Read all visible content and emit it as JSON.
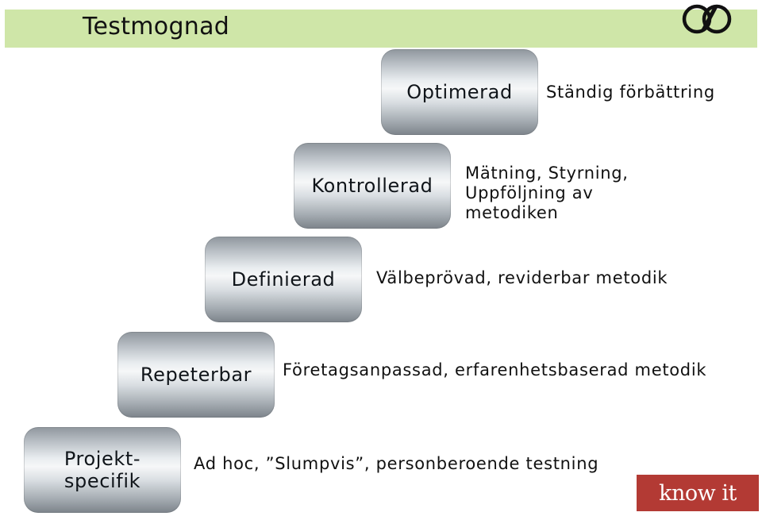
{
  "header": {
    "title": "Testmognad"
  },
  "logo": {
    "icon": "infinity-logo-icon",
    "brand_text": "know it",
    "brand_color": "#b33a34"
  },
  "levels": [
    {
      "label": "Optimerad",
      "description": "Ständig förbättring"
    },
    {
      "label": "Kontrollerad",
      "description": "Mätning, Styrning,\nUppföljning av\nmetodiken"
    },
    {
      "label": "Definierad",
      "description": "Välbeprövad, reviderbar metodik"
    },
    {
      "label": "Repeterbar",
      "description": "Företagsanpassad, erfarenhetsbaserad metodik"
    },
    {
      "label": "Projekt-\nspecifik",
      "description": "Ad hoc, ”Slumpvis”, personberoende testning"
    }
  ],
  "colors": {
    "title_band": "#cfe6a8"
  }
}
